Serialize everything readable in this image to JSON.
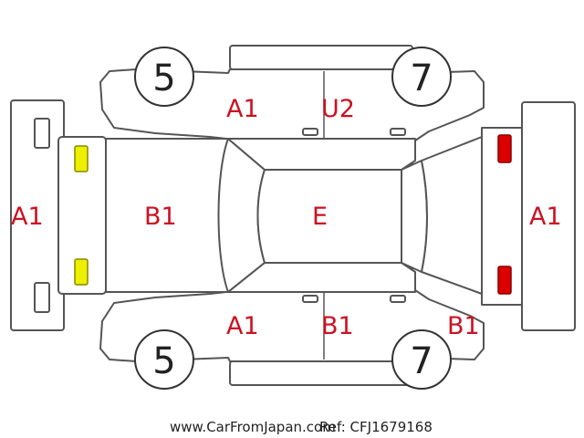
{
  "tires": {
    "front_left": "5",
    "front_right": "7",
    "rear_left": "5",
    "rear_right": "7"
  },
  "grades": {
    "front_bumper": "A1",
    "rear_bumper": "A1",
    "hood": "B1",
    "roof": "E",
    "top_front_door": "A1",
    "top_rear_door": "U2",
    "bottom_front_door": "A1",
    "bottom_rear_door": "B1",
    "bottom_rear_fender": "B1"
  },
  "colors": {
    "label": "#cc1122",
    "headlight": "#eeee00",
    "taillight": "#dd0000",
    "outline": "#555555"
  },
  "footer": {
    "site": "www.CarFromJapan.com",
    "ref": "Ref: CFJ1679168"
  }
}
